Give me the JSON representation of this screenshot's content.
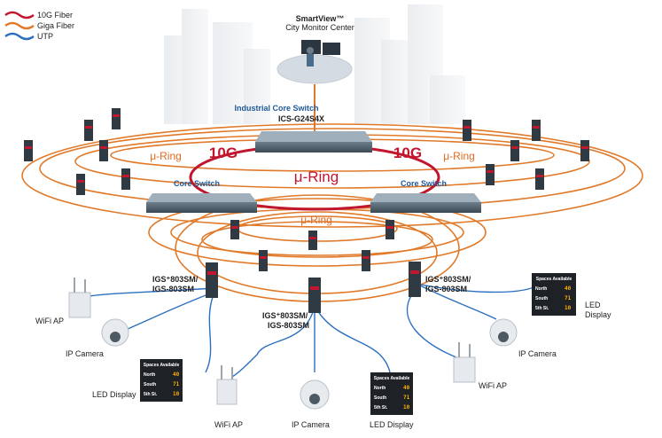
{
  "legend": [
    {
      "label": "10G Fiber",
      "color": "#c0172e"
    },
    {
      "label": "Giga Fiber",
      "color": "#e07a2a"
    },
    {
      "label": "UTP",
      "color": "#2a6fc0"
    }
  ],
  "monitor": {
    "title": "SmartView™",
    "subtitle": "City Monitor Center"
  },
  "core": {
    "title": "Industrial Core Switch",
    "model": "ICS-G24S4X"
  },
  "rings": {
    "ten_g_left": "10G",
    "ten_g_right": "10G",
    "center": "μ-Ring",
    "left": "μ-Ring",
    "right": "μ-Ring",
    "bottom": "μ-Ring"
  },
  "core_switch_left": "Core Switch",
  "core_switch_right": "Core Switch",
  "edge_left": {
    "line1": "IGS⁺803SM/",
    "line2": "IGS-803SM"
  },
  "edge_center": {
    "line1": "IGS⁺803SM/",
    "line2": "IGS-803SM"
  },
  "edge_right": {
    "line1": "IGS⁺803SM/",
    "line2": "IGS-803SM"
  },
  "devices": {
    "wifi_left": "WiFi AP",
    "camera_left": "IP Camera",
    "led_left": "LED Display",
    "wifi_center": "WiFi AP",
    "camera_center": "IP Camera",
    "led_center": "LED Display",
    "led_right_line1": "LED",
    "led_right_line2": "Display",
    "camera_right": "IP Camera",
    "wifi_right": "WiFi AP"
  },
  "led_panel": {
    "title": "Spaces Available",
    "rows": [
      {
        "name": "North",
        "value": "40"
      },
      {
        "name": "South",
        "value": "71"
      },
      {
        "name": "5th St.",
        "value": "10"
      }
    ]
  }
}
